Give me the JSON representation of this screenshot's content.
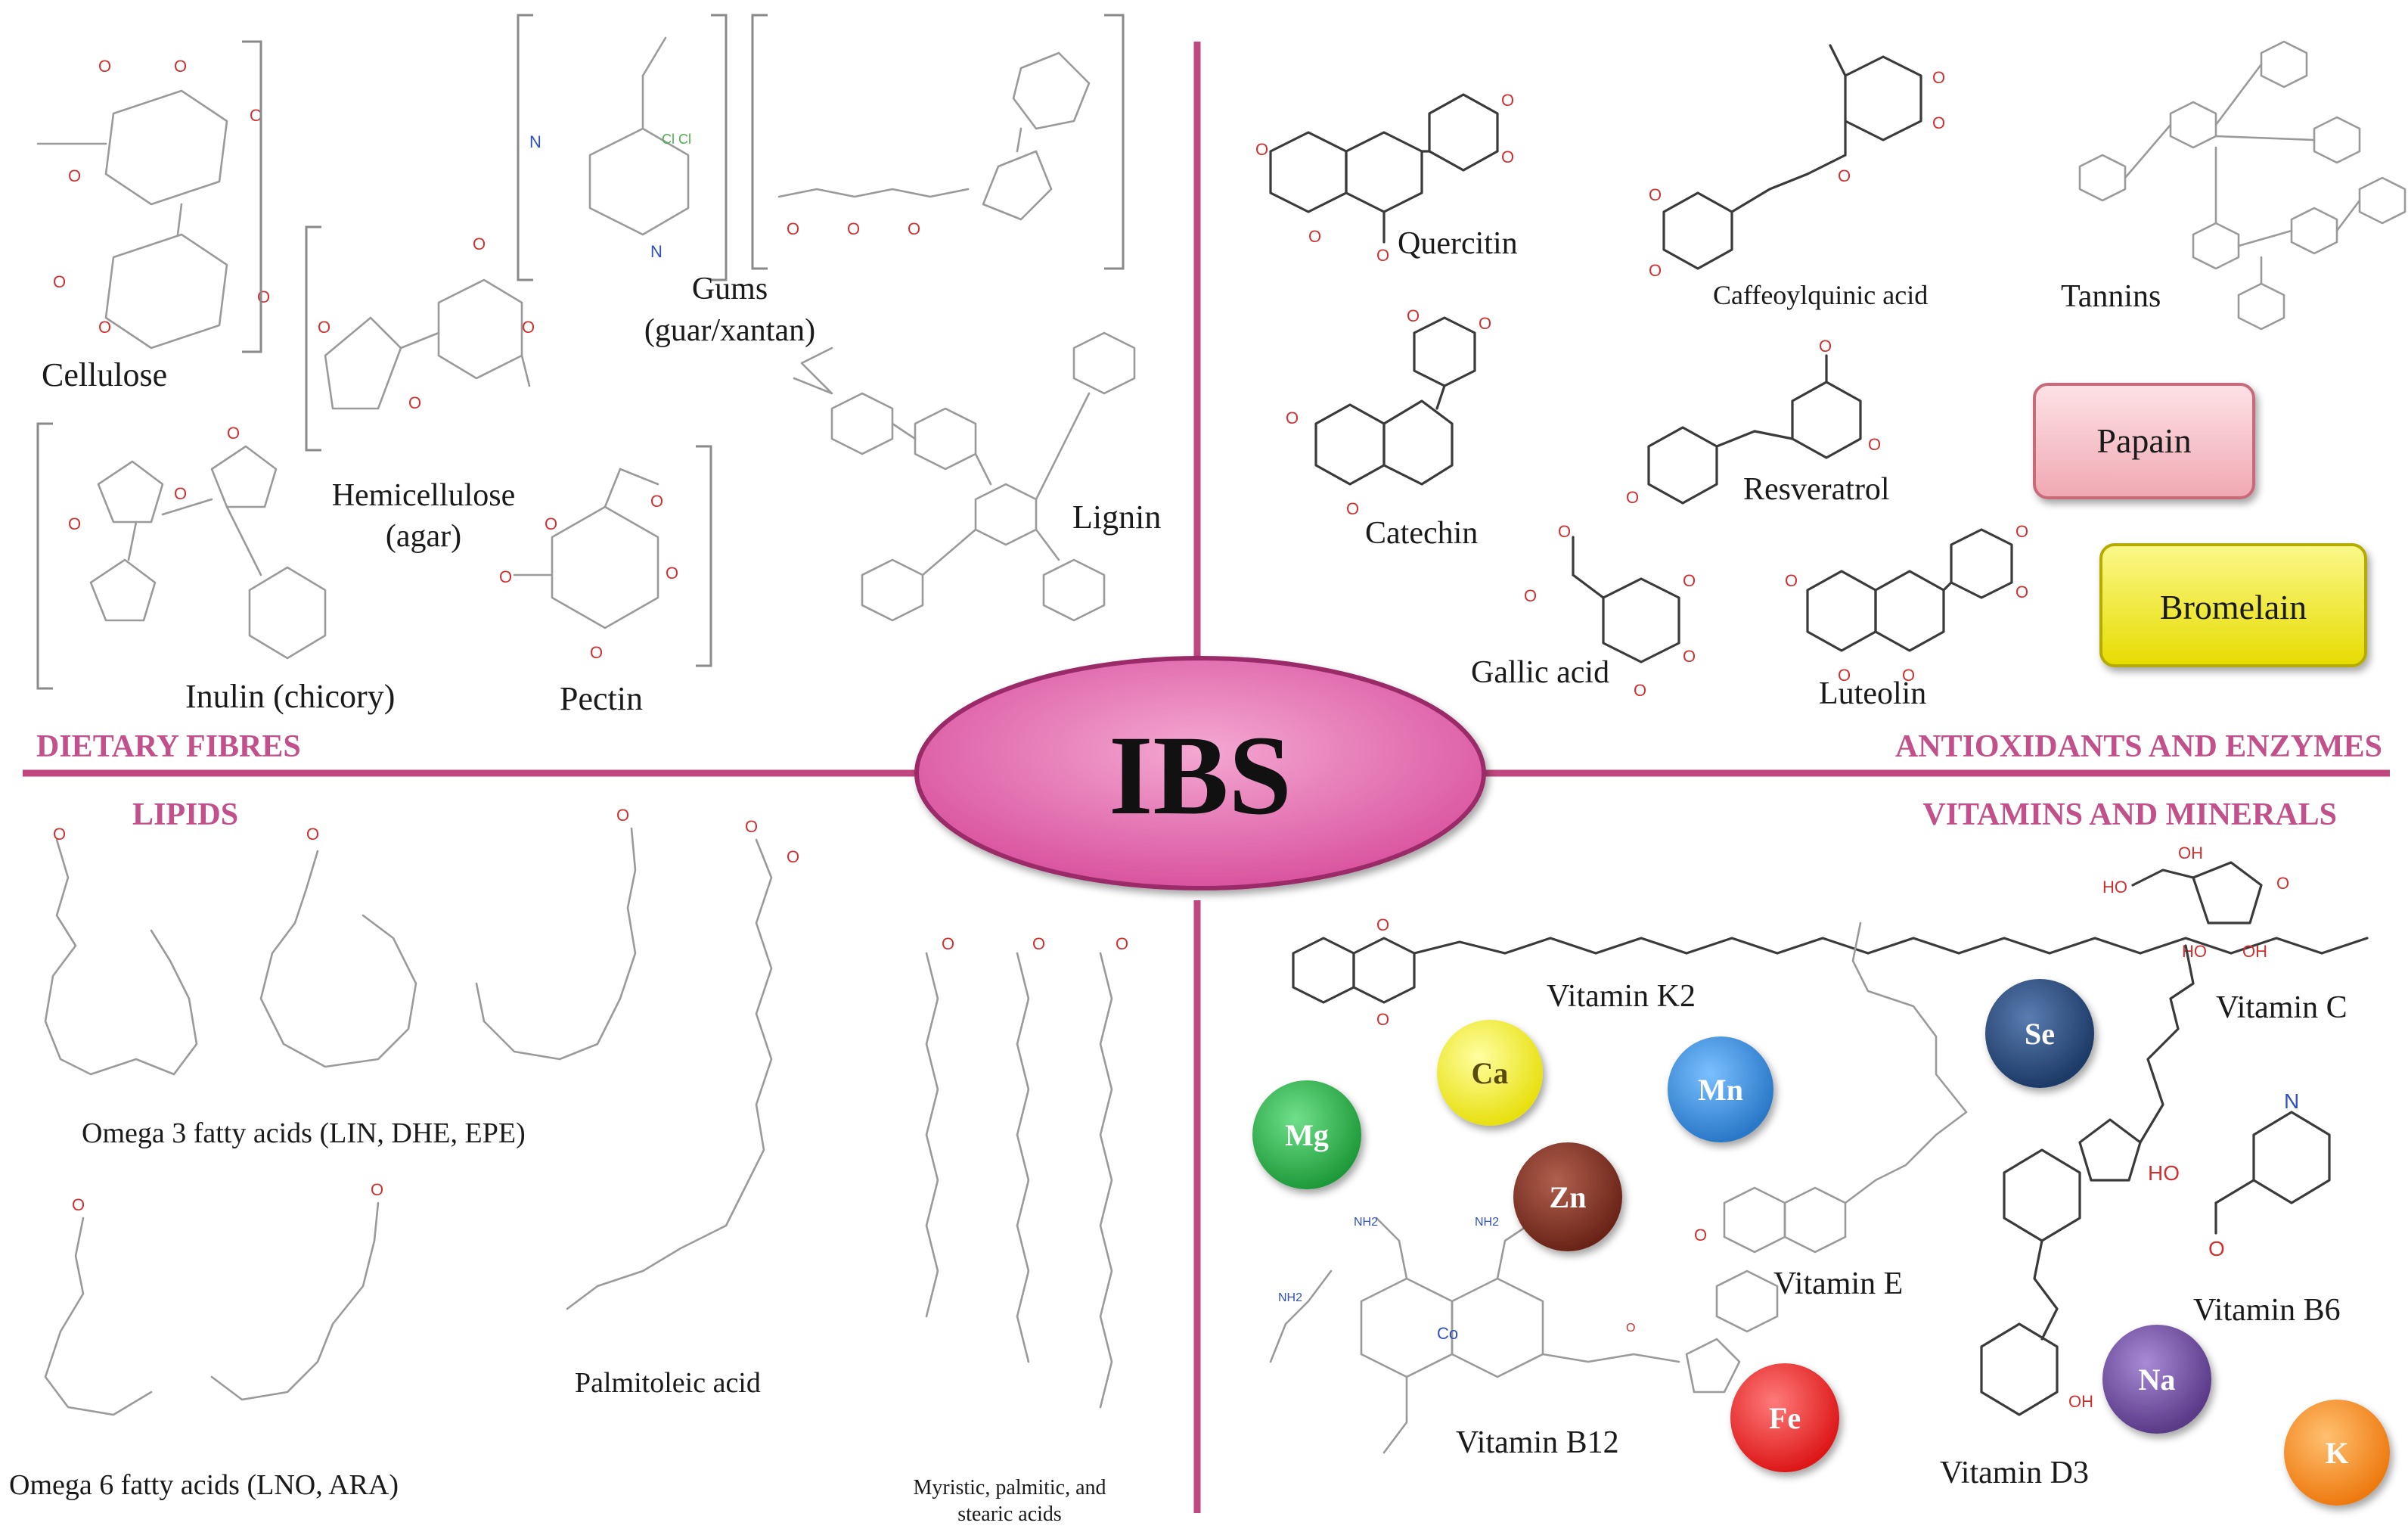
{
  "center": {
    "title": "IBS",
    "color": "#d9539f"
  },
  "colors": {
    "divider": "#c0477f",
    "header_text": "#c2508a"
  },
  "quadrants": {
    "dietary_fibres": {
      "header": "DIETARY FIBRES",
      "labels": {
        "cellulose": "Cellulose",
        "gums_line1": "Gums",
        "gums_line2": "(guar/xantan)",
        "hemicellulose_line1": "Hemicellulose",
        "hemicellulose_line2": "(agar)",
        "inulin": "Inulin  (chicory)",
        "pectin": "Pectin",
        "lignin": "Lignin"
      }
    },
    "antioxidants_enzymes": {
      "header": "ANTIOXIDANTS AND ENZYMES",
      "labels": {
        "quercitin": "Quercitin",
        "caffeoylquinic": "Caffeoylquinic acid",
        "tannins": "Tannins",
        "catechin": "Catechin",
        "resveratrol": "Resveratrol",
        "gallic": "Gallic  acid",
        "luteolin": "Luteolin"
      },
      "enzymes": {
        "papain": {
          "label": "Papain",
          "color": "#f6c6cc"
        },
        "bromelain": {
          "label": "Bromelain",
          "color": "#f4ee1a"
        }
      }
    },
    "lipids": {
      "header": "LIPIDS",
      "labels": {
        "omega3": "Omega  3 fatty acids (LIN,  DHE,  EPE)",
        "omega6": "Omega  6 fatty acids (LNO,  ARA)",
        "palmitoleic": "Palmitoleic  acid",
        "myristic_line1": "Myristic, palmitic, and",
        "myristic_line2": "stearic acids"
      }
    },
    "vitamins_minerals": {
      "header": "VITAMINS AND MINERALS",
      "labels": {
        "k2": "Vitamin  K2",
        "c": "Vitamin   C",
        "e": "Vitamin  E",
        "b6": "Vitamin  B6",
        "b12": "Vitamin  B12",
        "d3": "Vitamin  D3"
      },
      "minerals": [
        {
          "symbol": "Mg",
          "color": "#1f9a3a"
        },
        {
          "symbol": "Ca",
          "color": "#e8e010"
        },
        {
          "symbol": "Mn",
          "color": "#2a78c8"
        },
        {
          "symbol": "Se",
          "color": "#1d3a66"
        },
        {
          "symbol": "Zn",
          "color": "#6a2418"
        },
        {
          "symbol": "Fe",
          "color": "#dd1818"
        },
        {
          "symbol": "Na",
          "color": "#5a3a88"
        },
        {
          "symbol": "K",
          "color": "#ee7a10"
        }
      ]
    }
  }
}
